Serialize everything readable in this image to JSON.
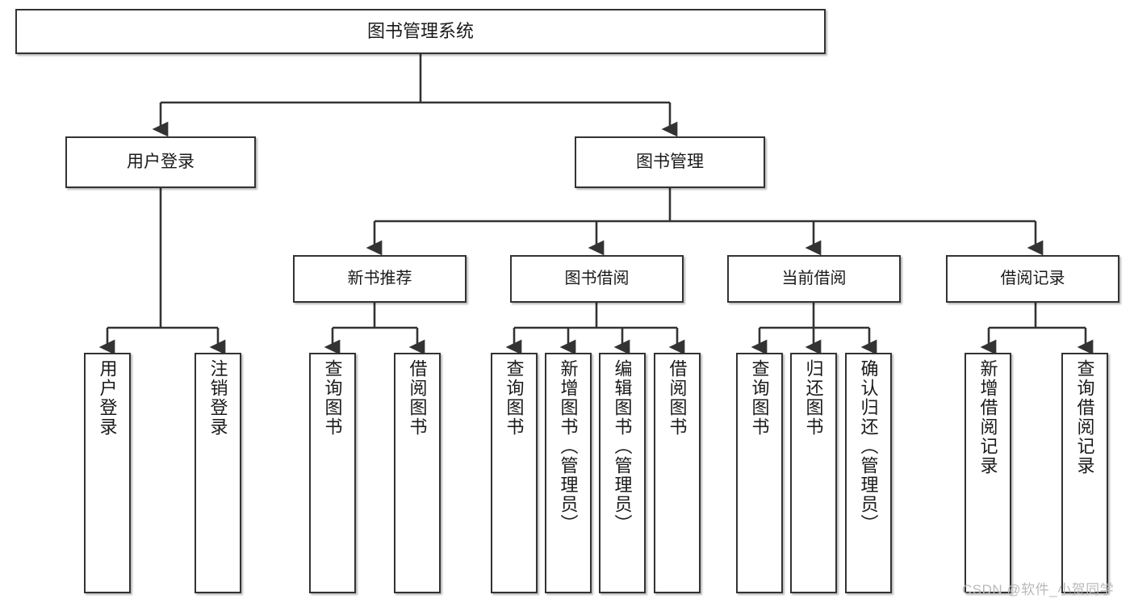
{
  "diagram": {
    "title": "图书管理系统",
    "type": "hierarchy-tree",
    "line_color": "#333333",
    "box_fill": "#ffffff",
    "text_color": "#1a1a1a",
    "root": {
      "label": "图书管理系统"
    },
    "level2": [
      {
        "label": "用户登录"
      },
      {
        "label": "图书管理"
      }
    ],
    "level3": [
      {
        "label": "新书推荐"
      },
      {
        "label": "图书借阅"
      },
      {
        "label": "当前借阅"
      },
      {
        "label": "借阅记录"
      }
    ],
    "leaves": {
      "user_login": [
        {
          "label": "用户登录"
        },
        {
          "label": "注销登录"
        }
      ],
      "new_book_recommend": [
        {
          "label": "查询图书"
        },
        {
          "label": "借阅图书"
        }
      ],
      "book_borrow": [
        {
          "label": "查询图书"
        },
        {
          "label": "新增图书（管理员）"
        },
        {
          "label": "编辑图书（管理员）"
        },
        {
          "label": "借阅图书"
        }
      ],
      "current_borrow": [
        {
          "label": "查询图书"
        },
        {
          "label": "归还图书"
        },
        {
          "label": "确认归还（管理员）"
        }
      ],
      "borrow_record": [
        {
          "label": "新增借阅记录"
        },
        {
          "label": "查询借阅记录"
        }
      ]
    }
  },
  "watermark": {
    "text": "CSDN @软件_小贺同学"
  }
}
